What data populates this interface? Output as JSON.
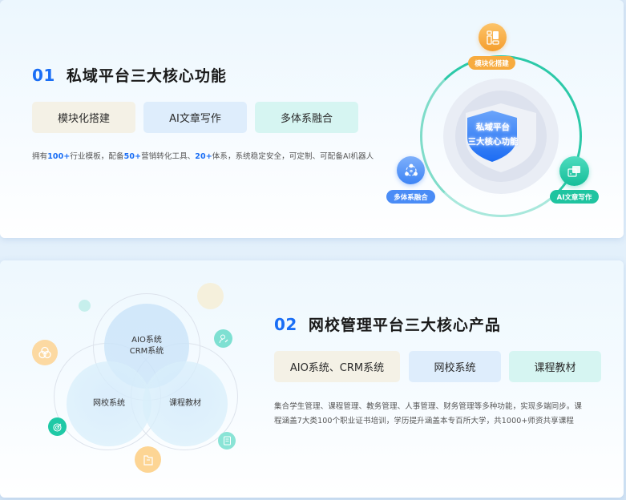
{
  "section1": {
    "number": "01",
    "title": "私域平台三大核心功能",
    "tags": [
      {
        "label": "模块化搭建"
      },
      {
        "label": "AI文章写作"
      },
      {
        "label": "多体系融合"
      }
    ],
    "description": {
      "p1": "拥有",
      "h1": "100+",
      "p2": "行业模板，配备",
      "h2": "50+",
      "p3": "营销转化工具、",
      "h3": "20+",
      "p4": "体系，系统稳定安全，可定制、可配备AI机器人"
    },
    "diagram": {
      "center_line1": "私域平台",
      "center_line2": "三大核心功能",
      "nodes": [
        {
          "label": "模块化搭建",
          "icon": "layout-blocks-icon",
          "color": "#f7a93b"
        },
        {
          "label": "多体系融合",
          "icon": "network-nodes-icon",
          "color": "#3f86f5"
        },
        {
          "label": "AI文章写作",
          "icon": "document-window-icon",
          "color": "#1fc4a0"
        }
      ]
    }
  },
  "section2": {
    "number": "02",
    "title": "网校管理平台三大核心产品",
    "tags": [
      {
        "label": "AIO系统、CRM系统"
      },
      {
        "label": "网校系统"
      },
      {
        "label": "课程教材"
      }
    ],
    "description_line1": "集合学生管理、课程管理、教务管理、人事管理、财务管理等多种功能，实现多端同步。课",
    "description_line2": "程涵盖7大类100个职业证书培训，学历提升涵盖本专百所大学，共1000+师资共享课程",
    "venn": {
      "top_line1": "AIO系统",
      "top_line2": "CRM系统",
      "left": "网校系统",
      "right": "课程教材"
    },
    "decor_icons": [
      "circles-icon",
      "target-icon",
      "folder-icon",
      "user-edit-icon",
      "document-icon"
    ]
  }
}
